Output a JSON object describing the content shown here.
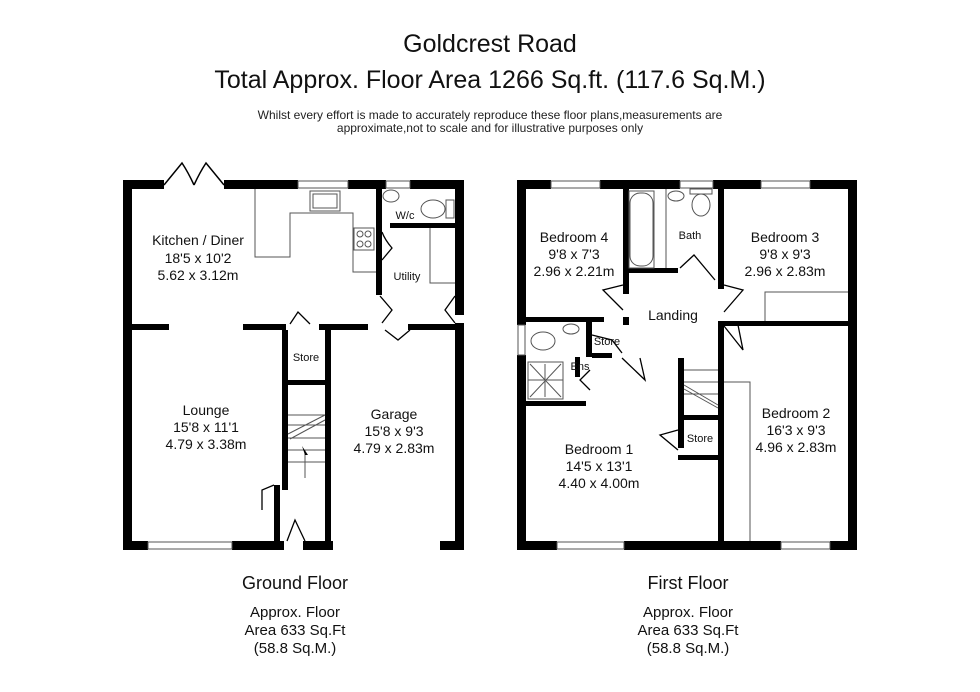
{
  "header": {
    "title": "Goldcrest Road",
    "subtitle": "Total Approx. Floor Area 1266 Sq.ft. (117.6 Sq.M.)",
    "disclaimer_line1": "Whilst every effort is made to accurately reproduce these floor plans,measurements are",
    "disclaimer_line2": "approximate,not to scale and for illustrative purposes only"
  },
  "ground_floor": {
    "name": "Ground Floor",
    "area_line1": "Approx. Floor",
    "area_line2": "Area 633 Sq.Ft",
    "area_line3": "(58.8 Sq.M.)",
    "rooms": {
      "kitchen": {
        "name": "Kitchen / Diner",
        "imperial": "18'5 x 10'2",
        "metric": "5.62 x 3.12m"
      },
      "wc": {
        "name": "W/c"
      },
      "utility": {
        "name": "Utility"
      },
      "store": {
        "name": "Store"
      },
      "lounge": {
        "name": "Lounge",
        "imperial": "15'8 x 11'1",
        "metric": "4.79 x 3.38m"
      },
      "garage": {
        "name": "Garage",
        "imperial": "15'8 x 9'3",
        "metric": "4.79 x 2.83m"
      }
    }
  },
  "first_floor": {
    "name": "First Floor",
    "area_line1": "Approx. Floor",
    "area_line2": "Area 633 Sq.Ft",
    "area_line3": "(58.8 Sq.M.)",
    "rooms": {
      "bedroom4": {
        "name": "Bedroom 4",
        "imperial": "9'8 x 7'3",
        "metric": "2.96 x 2.21m"
      },
      "bath": {
        "name": "Bath"
      },
      "bedroom3": {
        "name": "Bedroom 3",
        "imperial": "9'8 x 9'3",
        "metric": "2.96 x 2.83m"
      },
      "landing": {
        "name": "Landing"
      },
      "store1": {
        "name": "Store"
      },
      "ensuite": {
        "name": "Ens"
      },
      "bedroom1": {
        "name": "Bedroom 1",
        "imperial": "14'5 x 13'1",
        "metric": "4.40 x 4.00m"
      },
      "store2": {
        "name": "Store"
      },
      "bedroom2": {
        "name": "Bedroom 2",
        "imperial": "16'3 x 9'3",
        "metric": "4.96 x 2.83m"
      }
    }
  },
  "colors": {
    "wall": "#000000",
    "fixture": "#555555",
    "background": "#ffffff"
  }
}
